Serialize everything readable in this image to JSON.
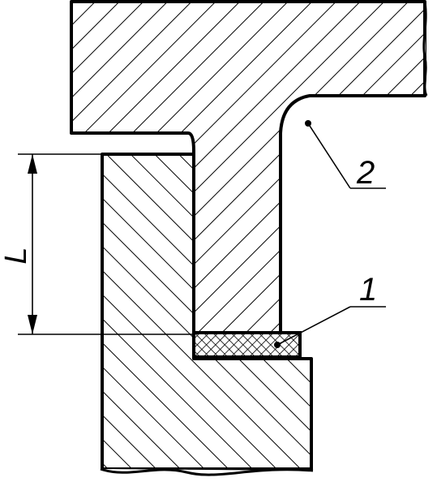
{
  "drawing": {
    "dimension_label": "L",
    "callouts": [
      {
        "label": "1"
      },
      {
        "label": "2"
      }
    ]
  },
  "colors": {
    "line": "#000000",
    "background": "#ffffff"
  }
}
